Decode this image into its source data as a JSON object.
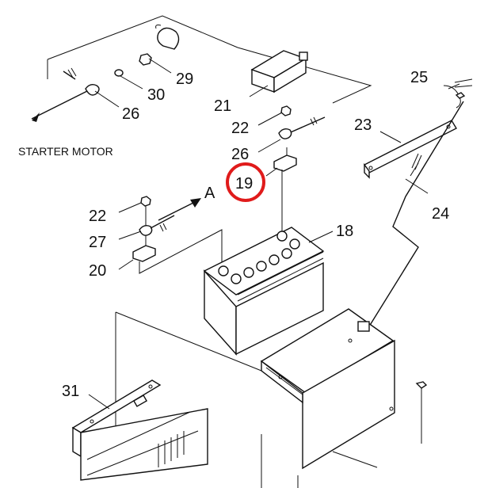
{
  "diagram": {
    "labels": {
      "p18": "18",
      "p19": "19",
      "p20": "20",
      "p21": "21",
      "p22a": "22",
      "p22b": "22",
      "p23": "23",
      "p24": "24",
      "p25": "25",
      "p26a": "26",
      "p26b": "26",
      "p27": "27",
      "p29": "29",
      "p30": "30",
      "p31": "31",
      "arrowA": "A",
      "starter": "STARTER MOTOR"
    },
    "highlight": {
      "part": "19",
      "color": "#e01b1b"
    }
  }
}
